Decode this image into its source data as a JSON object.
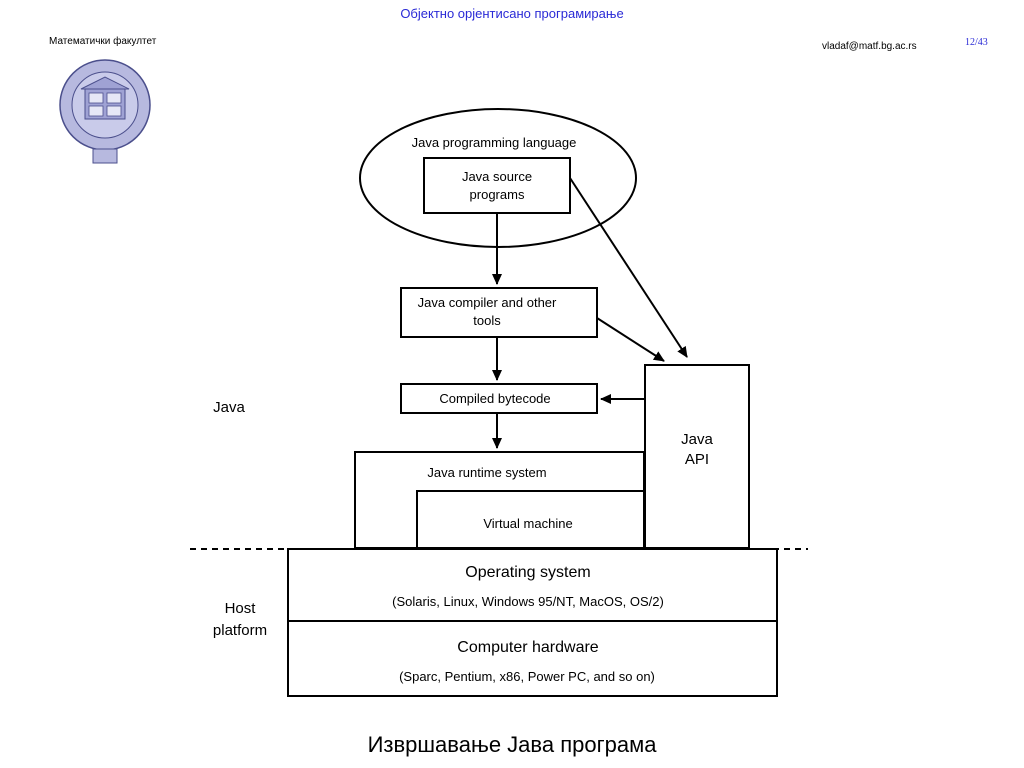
{
  "header": {
    "title": "Објектно орјентисано програмирање",
    "faculty": "Математички факултет",
    "email": "vladaf@matf.bg.ac.rs",
    "page": "12/43"
  },
  "logo": {
    "icon": "university-seal-icon"
  },
  "diagram": {
    "language_label": "Java programming language",
    "source_line1": "Java source",
    "source_line2": "programs",
    "compiler_line1": "Java compiler and other",
    "compiler_line2": "tools",
    "bytecode": "Compiled bytecode",
    "runtime": "Java runtime system",
    "vm": "Virtual machine",
    "api_line1": "Java",
    "api_line2": "API",
    "side_java": "Java",
    "side_host1": "Host",
    "side_host2": "platform",
    "os_title": "Operating system",
    "os_sub": "(Solaris, Linux, Windows 95/NT, MacOS, OS/2)",
    "hw_title": "Computer hardware",
    "hw_sub": "(Sparc, Pentium, x86, Power PC, and so on)"
  },
  "caption": "Извршавање Јава програма",
  "colors": {
    "accent": "#2a2ad6",
    "seal": "#b7b9df",
    "seal_line": "#4b4f8c"
  }
}
